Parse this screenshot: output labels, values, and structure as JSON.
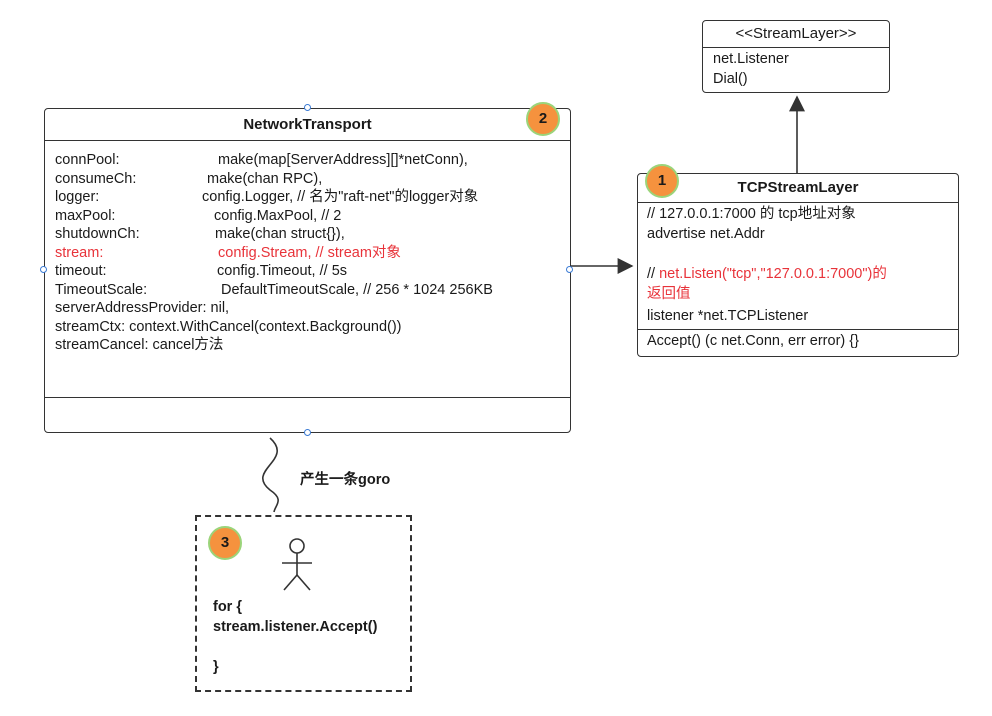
{
  "network_transport": {
    "title": "NetworkTransport",
    "badge": "2",
    "fields": [
      {
        "name": "connPool:",
        "value": "make(map[ServerAddress][]*netConn),",
        "highlight": false
      },
      {
        "name": "consumeCh:",
        "value": "make(chan RPC),",
        "highlight": false
      },
      {
        "name": "logger:",
        "value": "config.Logger, // 名为\"raft-net\"的logger对象",
        "highlight": false
      },
      {
        "name": "maxPool:",
        "value": "config.MaxPool, // 2",
        "highlight": false
      },
      {
        "name": "shutdownCh:",
        "value": "make(chan struct{}),",
        "highlight": false
      },
      {
        "name": "stream:",
        "value": "config.Stream, // stream对象",
        "highlight": true
      },
      {
        "name": "timeout:",
        "value": "config.Timeout, // 5s",
        "highlight": false
      },
      {
        "name": "TimeoutScale:",
        "value": "DefaultTimeoutScale, // 256 * 1024 256KB",
        "highlight": false
      },
      {
        "name": "serverAddressProvider: nil,",
        "value": "",
        "highlight": false
      },
      {
        "name": "streamCtx: context.WithCancel(context.Background())",
        "value": "",
        "highlight": false
      },
      {
        "name": "streamCancel: cancel方法",
        "value": "",
        "highlight": false
      }
    ]
  },
  "stream_layer": {
    "title": "<<StreamLayer>>",
    "members": [
      "net.Listener",
      "Dial()"
    ]
  },
  "tcp_stream_layer": {
    "title": "TCPStreamLayer",
    "badge": "1",
    "comment1": "// 127.0.0.1:7000 的 tcp地址对象",
    "advertise": "advertise net.Addr",
    "comment2_prefix": "// ",
    "comment2_red": "net.Listen(\"tcp\",\"127.0.0.1:7000\")的",
    "comment2_line2": "返回值",
    "listener": " listener   *net.TCPListener",
    "method": "Accept() (c net.Conn, err error) {}"
  },
  "goroutine": {
    "label": "产生一条goro",
    "badge": "3",
    "code": [
      "for {",
      " stream.listener.Accept()",
      "}"
    ]
  },
  "colors": {
    "badge_fill": "#f5923e",
    "badge_ring": "#9bd47a",
    "highlight": "#e8333a",
    "anchor": "#3b7bd4"
  }
}
